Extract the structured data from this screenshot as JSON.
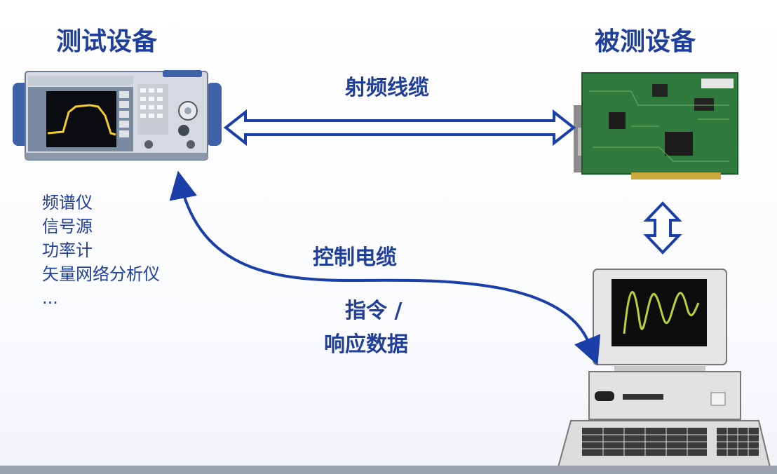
{
  "titles": {
    "test_equipment": "测试设备",
    "dut": "被测设备"
  },
  "connections": {
    "rf_cable": "射频线缆",
    "control_cable": "控制电缆",
    "commands": "指令 /",
    "response": "响应数据"
  },
  "equipment_list": [
    "频谱仪",
    "信号源",
    "功率计",
    "矢量网络分析仪",
    "..."
  ],
  "colors": {
    "text": "#1f3f9a",
    "arrow": "#1a3fa8",
    "pcb_green": "#2f7a3c",
    "screen_wave": "#b5d433"
  },
  "icons": {
    "spectrum_analyzer": "spectrum-analyzer-icon",
    "pcb_card": "pcb-card-icon",
    "computer": "desktop-computer-icon"
  }
}
